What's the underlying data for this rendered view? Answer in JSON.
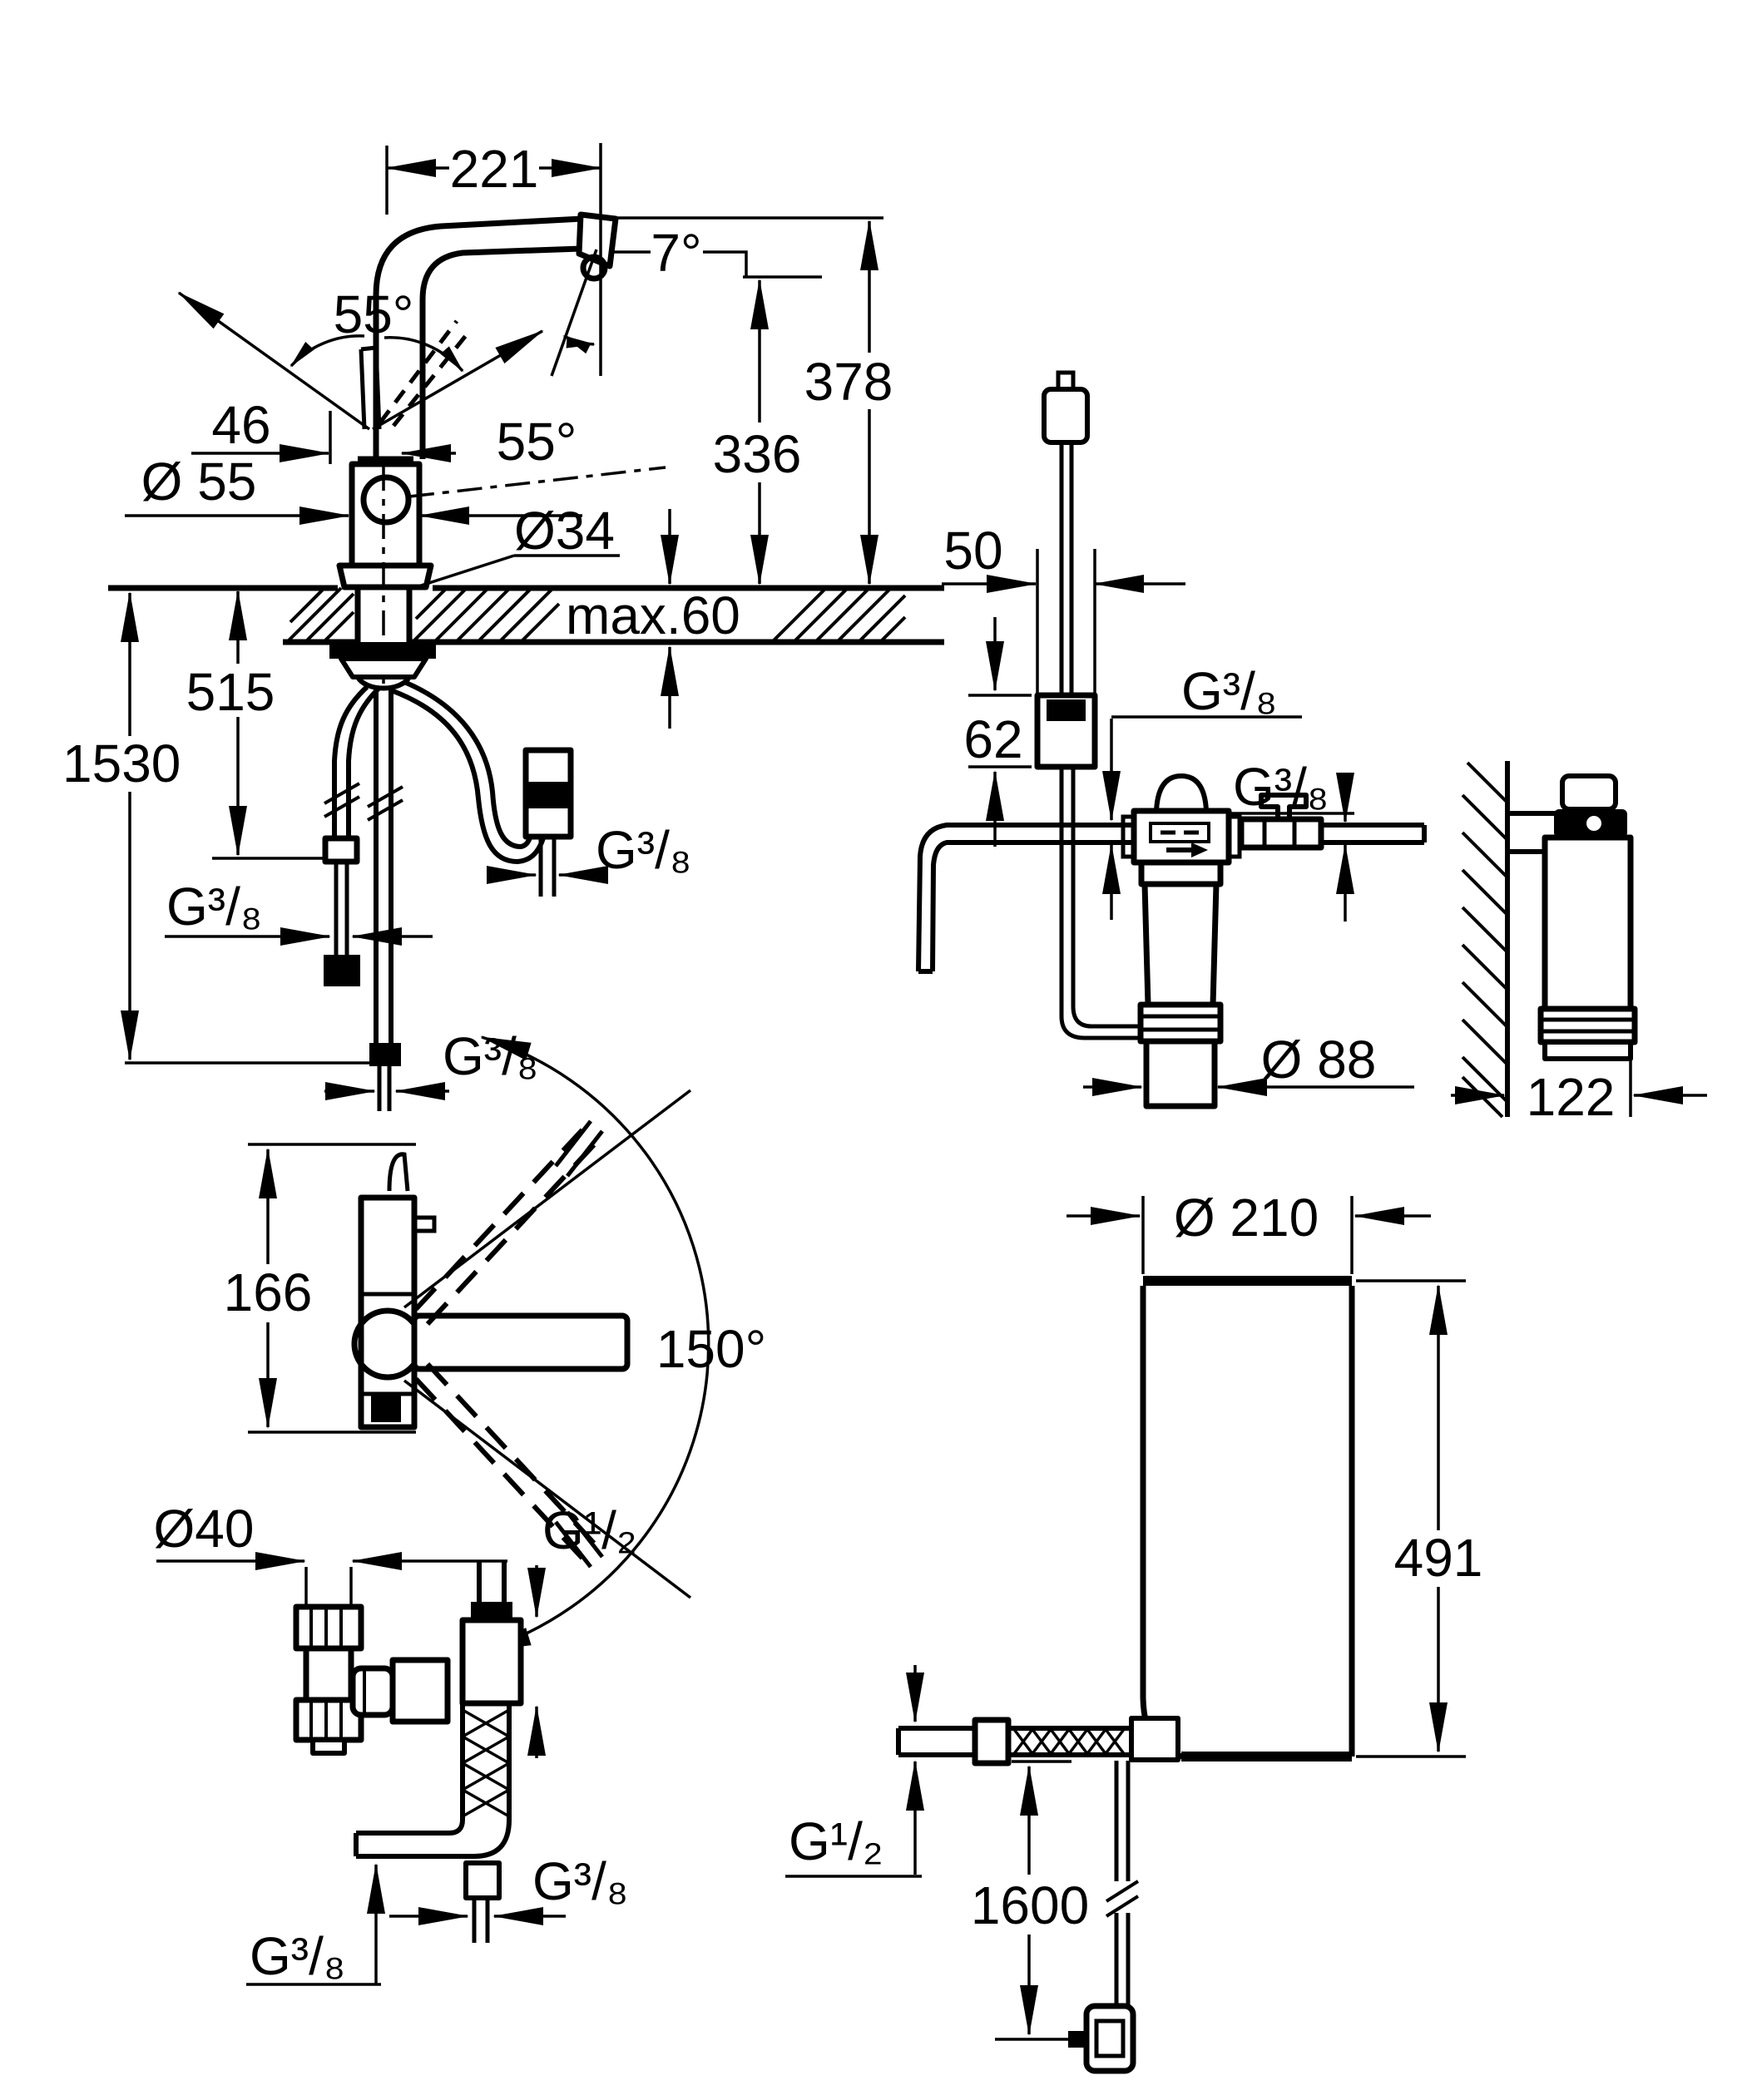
{
  "drawing": {
    "kind": "technical-dimension-diagram",
    "subject": "kitchen faucet with under-sink filter, control box and boiler - installation dimensions",
    "units": "mm",
    "colors": {
      "line": "#000000",
      "background": "#ffffff"
    },
    "faucet_front_view": {
      "spout_reach": "221",
      "spout_end_angle": "7°",
      "handle_swing_left": "55°",
      "handle_swing_right": "55°",
      "handle_offset": "46",
      "body_diameter": "Ø 55",
      "shank_diameter": "Ø34",
      "max_mounting_thickness": "max.60",
      "height_total": "378",
      "height_spout_outlet": "336",
      "hose_length_short": "515",
      "hose_length_long": "1530",
      "connection_left_hose": "G³/₈",
      "connection_check_valve": "G³/₈",
      "connection_bottom_hose": "G³/₈"
    },
    "faucet_top_view": {
      "body_depth": "166",
      "swivel_range": "150°"
    },
    "filter_view": {
      "control_box_width": "50",
      "control_box_height": "62",
      "inlet_thread": "G³/₈",
      "outlet_thread": "G³/₈",
      "cartridge_diameter": "Ø 88",
      "wall_clearance": "122"
    },
    "drain_valve_view": {
      "drain_pipe_diameter": "Ø40",
      "valve_thread": "G¹/₂",
      "hose_thread_left": "G³/₈",
      "hose_thread_right": "G³/₈"
    },
    "boiler_view": {
      "tank_diameter": "Ø 210",
      "tank_height": "491",
      "inlet_thread": "G¹/₂",
      "power_cable_length": "1600"
    }
  }
}
